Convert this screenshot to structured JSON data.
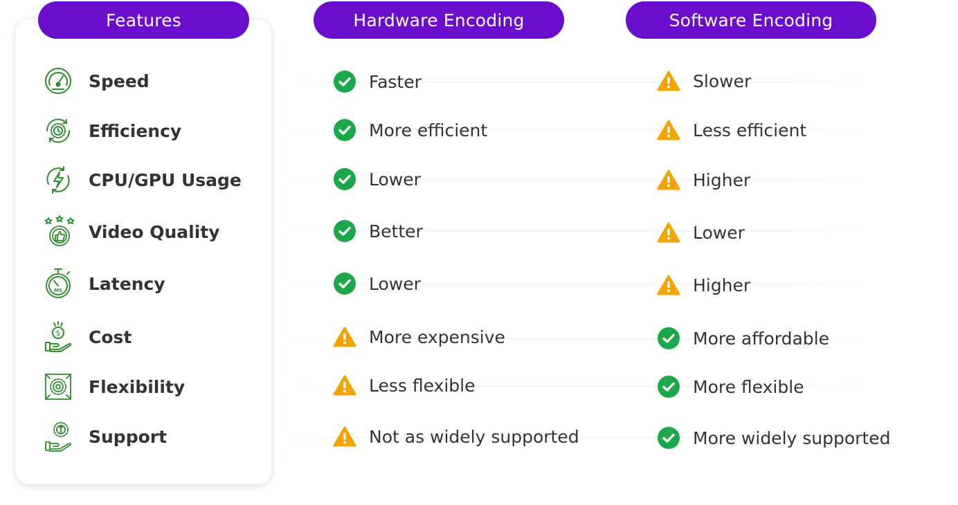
{
  "headers": {
    "features": "Features",
    "hardware": "Hardware Encoding",
    "software": "Software Encoding"
  },
  "colors": {
    "header_purple": "#6a0dcc",
    "icon_green": "#2e8b2e",
    "check_green": "#1aa84a",
    "warn_orange": "#f5a300"
  },
  "rows": [
    {
      "feature": "Speed",
      "icon": "speedometer-icon",
      "hardware": "Faster",
      "hardware_status": "check",
      "software": "Slower",
      "software_status": "warning"
    },
    {
      "feature": "Efficiency",
      "icon": "gear-clock-icon",
      "hardware": "More efficient",
      "hardware_status": "check",
      "software": "Less efficient",
      "software_status": "warning"
    },
    {
      "feature": "CPU/GPU Usage",
      "icon": "lightning-cycle-icon",
      "hardware": "Lower",
      "hardware_status": "check",
      "software": "Higher",
      "software_status": "warning"
    },
    {
      "feature": "Video Quality",
      "icon": "thumbs-up-stars-icon",
      "hardware": "Better",
      "hardware_status": "check",
      "software": "Lower",
      "software_status": "warning"
    },
    {
      "feature": "Latency",
      "icon": "stopwatch-ms-icon",
      "hardware": "Lower",
      "hardware_status": "check",
      "software": "Higher",
      "software_status": "warning"
    },
    {
      "feature": "Cost",
      "icon": "coin-hand-icon",
      "hardware": "More expensive",
      "hardware_status": "warning",
      "software": "More affordable",
      "software_status": "check"
    },
    {
      "feature": "Flexibility",
      "icon": "gear-arrows-icon",
      "hardware": "Less flexible",
      "hardware_status": "warning",
      "software": "More flexible",
      "software_status": "check"
    },
    {
      "feature": "Support",
      "icon": "gear-wrench-hand-icon",
      "hardware": "Not as widely supported",
      "hardware_status": "warning",
      "software": "More widely supported",
      "software_status": "check"
    }
  ]
}
